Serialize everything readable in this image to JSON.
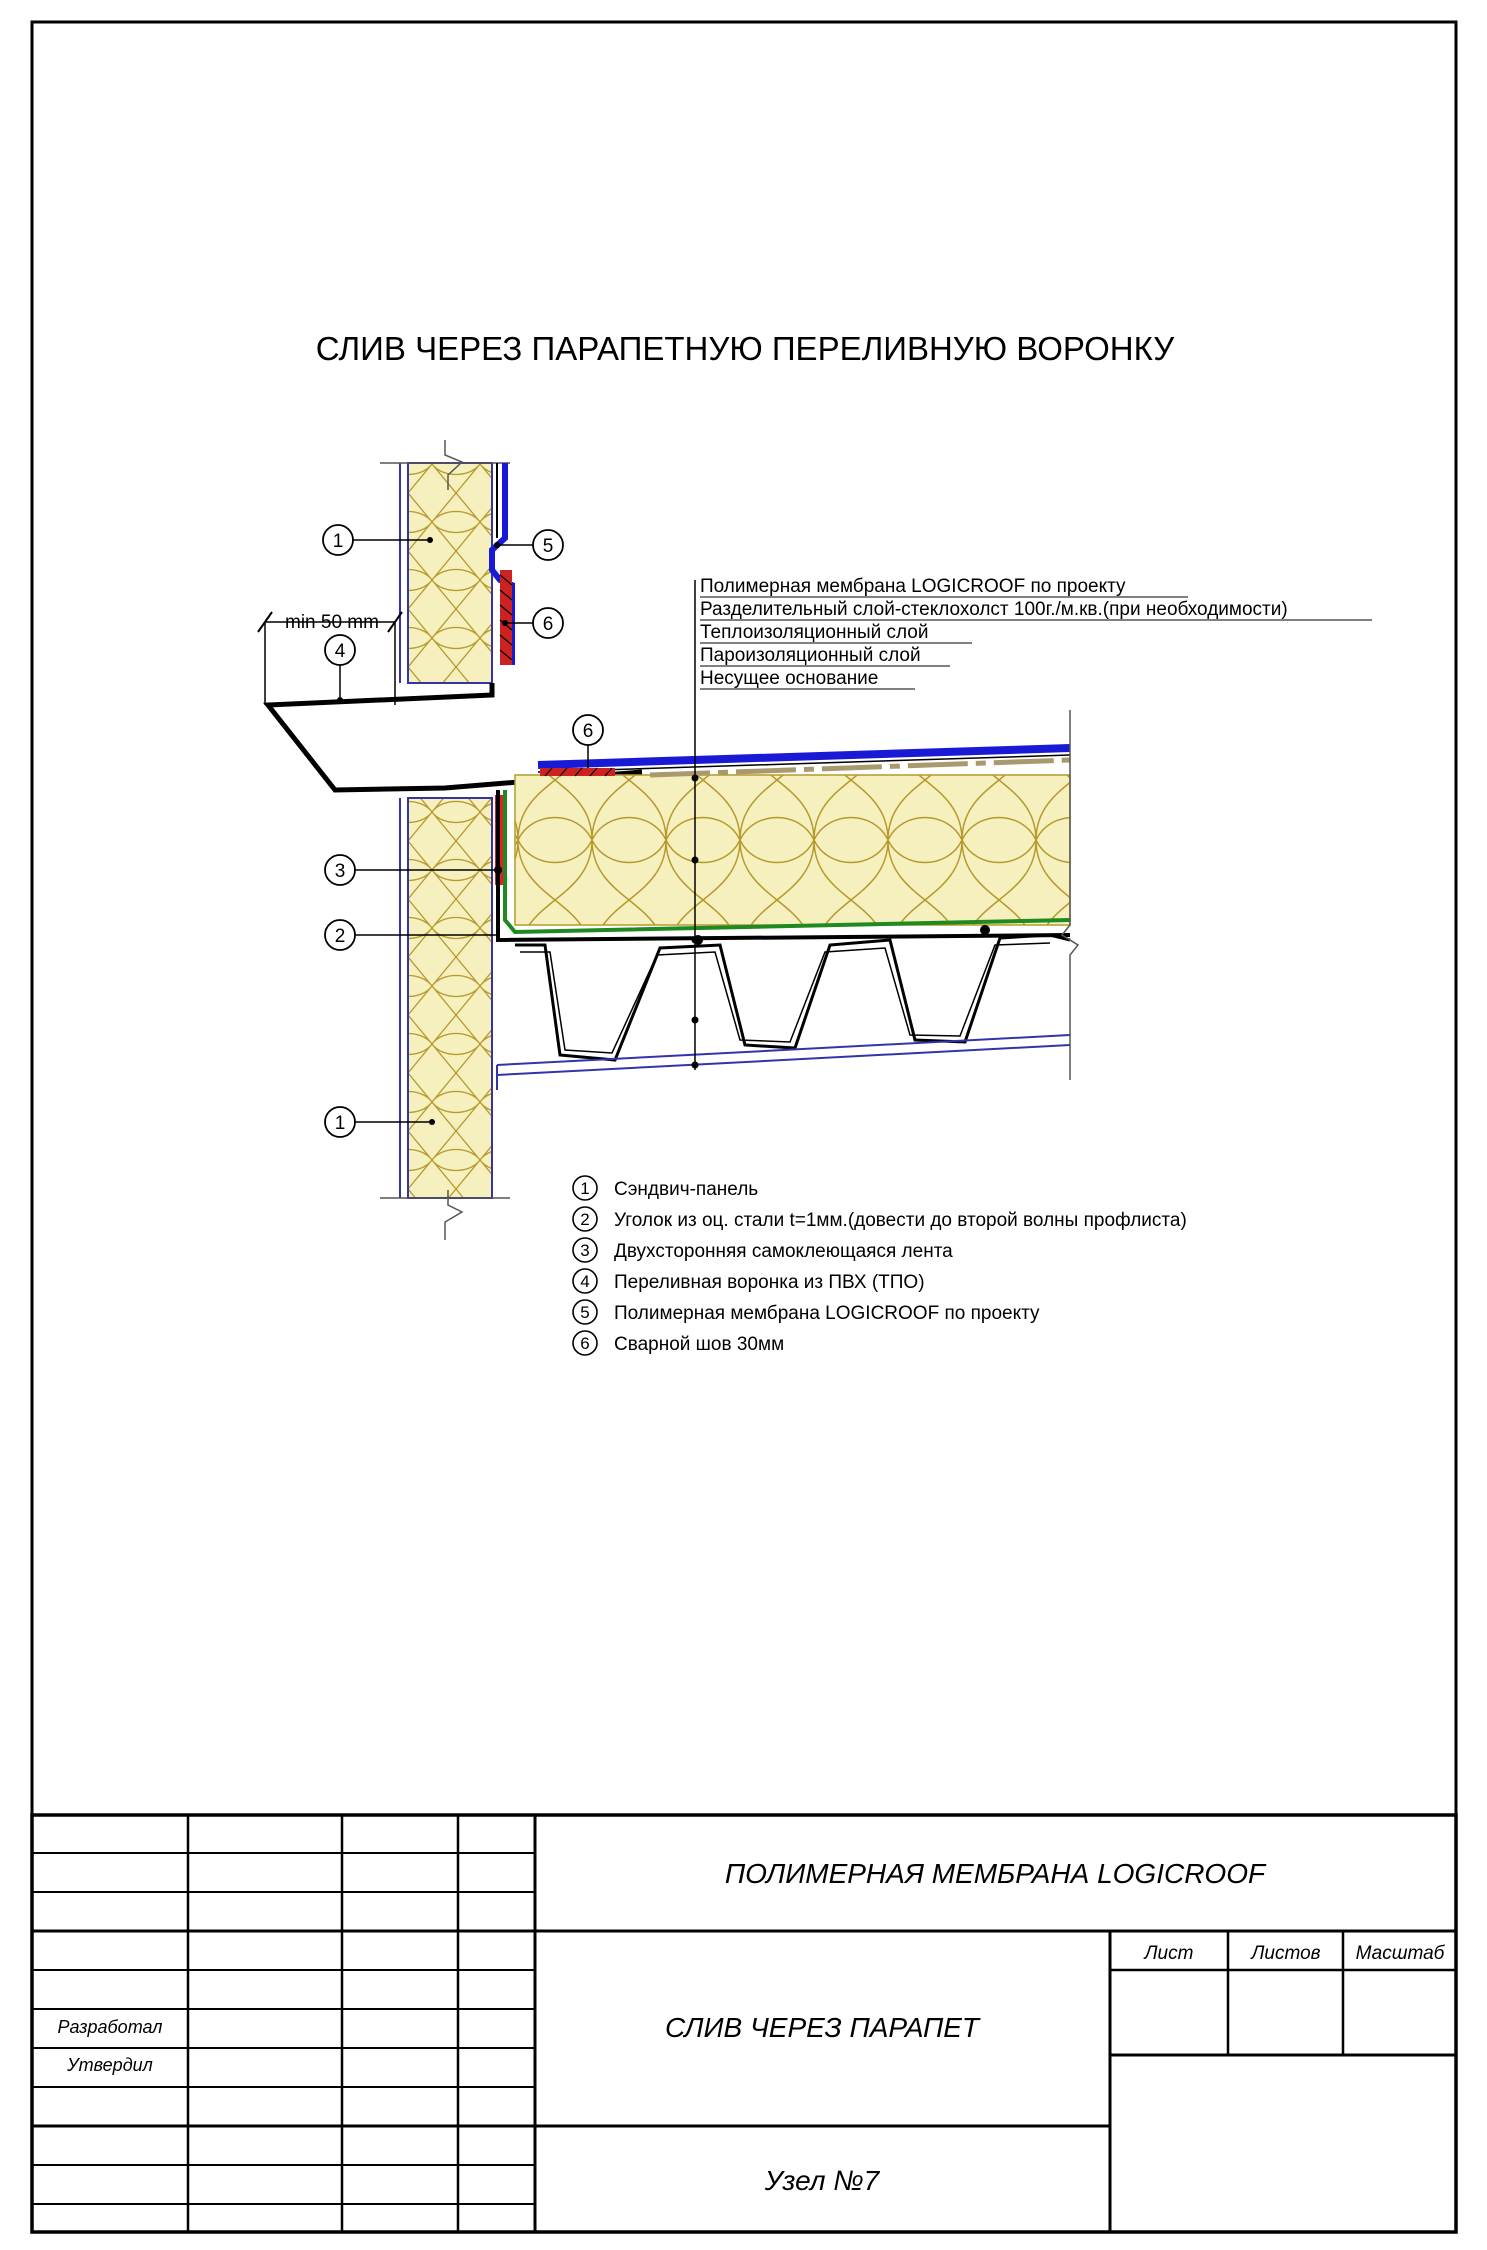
{
  "title": "СЛИВ ЧЕРЕЗ ПАРАПЕТНУЮ ПЕРЕЛИВНУЮ ВОРОНКУ",
  "dimension_label": "min 50 mm",
  "layer_labels": [
    "Полимерная мембрана LOGICROOF по проекту",
    "Разделительный слой-стеклохолст 100г./м.кв.(при необходимости)",
    "Теплоизоляционный слой",
    "Пароизоляционный слой",
    "Несущее основание"
  ],
  "callout_numbers": {
    "c1_top": "1",
    "c5": "5",
    "c6_top": "6",
    "c4": "4",
    "c6_roof": "6",
    "c3": "3",
    "c2": "2",
    "c1_bottom": "1"
  },
  "legend": [
    {
      "num": "1",
      "text": "Сэндвич-панель"
    },
    {
      "num": "2",
      "text": "Уголок из оц. стали t=1мм.(довести до второй волны профлиста)"
    },
    {
      "num": "3",
      "text": "Двухсторонняя самоклеющаяся лента"
    },
    {
      "num": "4",
      "text": "Переливная воронка из ПВХ (ТПО)"
    },
    {
      "num": "5",
      "text": "Полимерная мембрана LOGICROOF по проекту"
    },
    {
      "num": "6",
      "text": "Сварной шов 30мм"
    }
  ],
  "title_block": {
    "product": "ПОЛИМЕРНАЯ МЕМБРАНА LOGICROOF",
    "drawing_name": "СЛИВ ЧЕРЕЗ ПАРАПЕТ",
    "node": "Узел №7",
    "sheet_label": "Лист",
    "sheets_label": "Листов",
    "scale_label": "Масштаб",
    "developed_label": "Разработал",
    "approved_label": "Утвердил"
  },
  "colors": {
    "membrane": "#1a1ad6",
    "insulation": "#f6efbe",
    "insulation_line": "#b59a2c",
    "vapor_barrier": "#1f8a1f",
    "tape": "#e11f1f",
    "panel_line": "#3333aa",
    "weld": "#cc2222"
  }
}
